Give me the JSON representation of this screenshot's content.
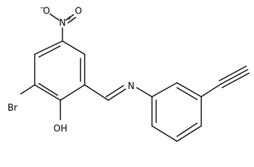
{
  "molecule": {
    "atoms": {
      "oxygen_top": "O",
      "nitrogen_nitro": "N",
      "oxygen_left": "O",
      "bromine": "Br",
      "hydroxyl": "OH",
      "imine_nitrogen": "N"
    },
    "charges": {
      "nitro_nitrogen": "+",
      "nitro_oxygen": "−"
    }
  }
}
